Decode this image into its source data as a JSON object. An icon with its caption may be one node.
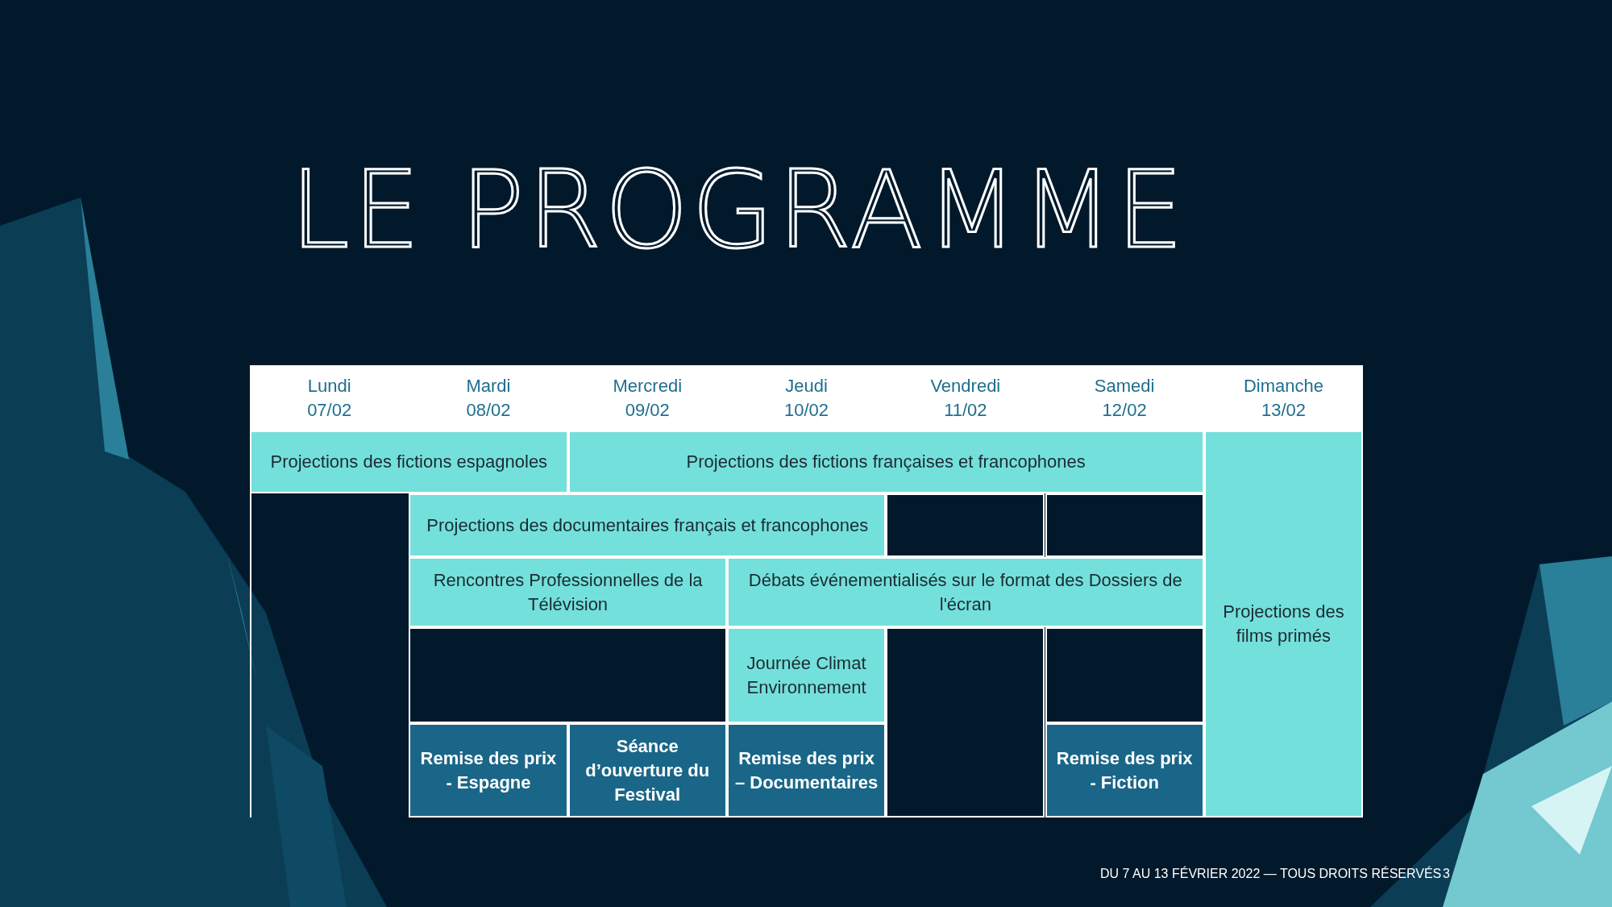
{
  "diagram": {
    "title": "LE PROGRAMME",
    "labels": [
      "Lundi 07/02",
      "Mardi 08/02",
      "Mercredi 09/02",
      "Jeudi 10/02",
      "Vendredi 11/02",
      "Samedi 12/02",
      "Dimanche 13/02",
      "Projections des fictions espagnoles",
      "Projections des fictions françaises et francophones",
      "Projections des films primés",
      "Projections des documentaires français et francophones",
      "Rencontres Professionnelles de la Télévision",
      "Débats événementialisés sur le format des Dossiers de l'écran",
      "Journée Climat Environnement",
      "Remise des prix - Espagne",
      "Séance d’ouverture du Festival",
      "Remise des prix – Documentaires",
      "Remise des prix - Fiction",
      "DU 7 AU 13 FÉVRIER 2022 — TOUS DROITS RÉSERVÉS",
      "3"
    ]
  }
}
